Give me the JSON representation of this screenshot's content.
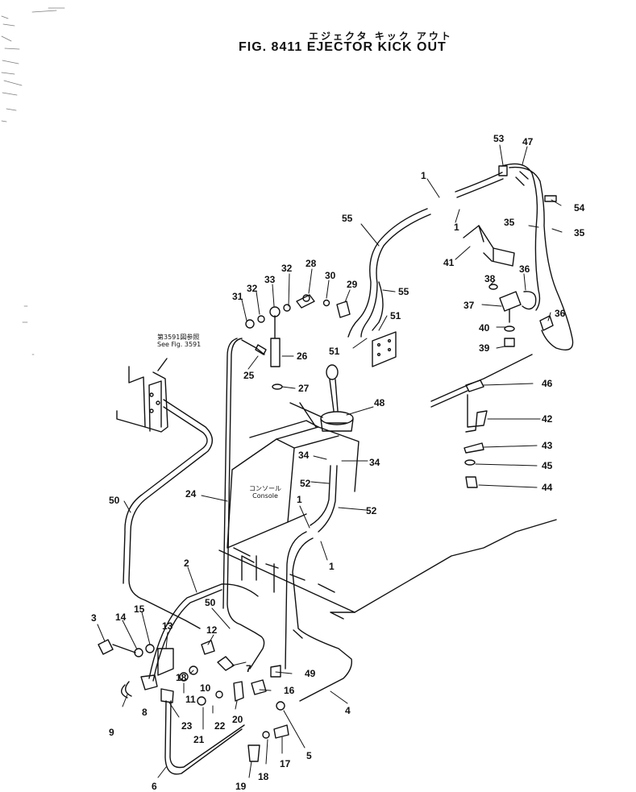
{
  "figure": {
    "title_jp": "エジェクタ キック アウト",
    "title_en": "FIG. 8411  EJECTOR KICK OUT"
  },
  "annotations": {
    "see_fig_jp": "第3591図参照",
    "see_fig_en": "See Fig. 3591",
    "console_jp": "コンソール",
    "console_en": "Console"
  },
  "callouts": [
    {
      "id": "c53",
      "text": "53"
    },
    {
      "id": "c47",
      "text": "47"
    },
    {
      "id": "c1a",
      "text": "1"
    },
    {
      "id": "c54",
      "text": "54"
    },
    {
      "id": "c55a",
      "text": "55"
    },
    {
      "id": "c35a",
      "text": "35"
    },
    {
      "id": "c35b",
      "text": "35"
    },
    {
      "id": "c1b",
      "text": "1"
    },
    {
      "id": "c41",
      "text": "41"
    },
    {
      "id": "c28",
      "text": "28"
    },
    {
      "id": "c32a",
      "text": "32"
    },
    {
      "id": "c33",
      "text": "33"
    },
    {
      "id": "c30",
      "text": "30"
    },
    {
      "id": "c36a",
      "text": "36"
    },
    {
      "id": "c32b",
      "text": "32"
    },
    {
      "id": "c29",
      "text": "29"
    },
    {
      "id": "c55b",
      "text": "55"
    },
    {
      "id": "c38",
      "text": "38"
    },
    {
      "id": "c31",
      "text": "31"
    },
    {
      "id": "c37",
      "text": "37"
    },
    {
      "id": "c51a",
      "text": "51"
    },
    {
      "id": "c36b",
      "text": "36"
    },
    {
      "id": "c40",
      "text": "40"
    },
    {
      "id": "c51b",
      "text": "51"
    },
    {
      "id": "c39",
      "text": "39"
    },
    {
      "id": "c26",
      "text": "26"
    },
    {
      "id": "c25",
      "text": "25"
    },
    {
      "id": "c27",
      "text": "27"
    },
    {
      "id": "c46",
      "text": "46"
    },
    {
      "id": "c48",
      "text": "48"
    },
    {
      "id": "c42",
      "text": "42"
    },
    {
      "id": "c43",
      "text": "43"
    },
    {
      "id": "c34a",
      "text": "34"
    },
    {
      "id": "c34b",
      "text": "34"
    },
    {
      "id": "c45",
      "text": "45"
    },
    {
      "id": "c52a",
      "text": "52"
    },
    {
      "id": "c44",
      "text": "44"
    },
    {
      "id": "c24",
      "text": "24"
    },
    {
      "id": "c50a",
      "text": "50"
    },
    {
      "id": "c1c",
      "text": "1"
    },
    {
      "id": "c52b",
      "text": "52"
    },
    {
      "id": "c1d",
      "text": "1"
    },
    {
      "id": "c2",
      "text": "2"
    },
    {
      "id": "c50b",
      "text": "50"
    },
    {
      "id": "c3",
      "text": "3"
    },
    {
      "id": "c14",
      "text": "14"
    },
    {
      "id": "c15",
      "text": "15"
    },
    {
      "id": "c13",
      "text": "13"
    },
    {
      "id": "c12",
      "text": "12"
    },
    {
      "id": "c7",
      "text": "7"
    },
    {
      "id": "c49",
      "text": "49"
    },
    {
      "id": "c18a",
      "text": "18"
    },
    {
      "id": "c10",
      "text": "10"
    },
    {
      "id": "c16",
      "text": "16"
    },
    {
      "id": "c11",
      "text": "11"
    },
    {
      "id": "c8",
      "text": "8"
    },
    {
      "id": "c9",
      "text": "9"
    },
    {
      "id": "c4",
      "text": "4"
    },
    {
      "id": "c22",
      "text": "22"
    },
    {
      "id": "c20",
      "text": "20"
    },
    {
      "id": "c23",
      "text": "23"
    },
    {
      "id": "c21",
      "text": "21"
    },
    {
      "id": "c5",
      "text": "5"
    },
    {
      "id": "c17",
      "text": "17"
    },
    {
      "id": "c6",
      "text": "6"
    },
    {
      "id": "c19",
      "text": "19"
    },
    {
      "id": "c18b",
      "text": "18"
    }
  ]
}
